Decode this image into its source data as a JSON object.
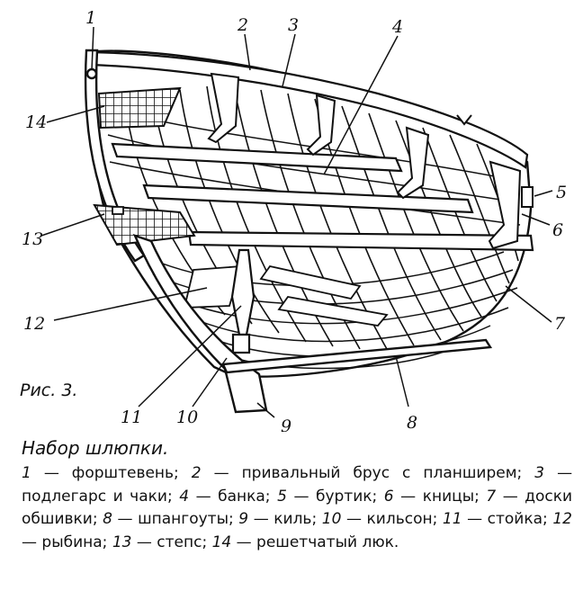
{
  "figure": {
    "caption": "Рис. 3.",
    "callouts": [
      "1",
      "2",
      "3",
      "4",
      "5",
      "6",
      "7",
      "8",
      "9",
      "10",
      "11",
      "12",
      "13",
      "14"
    ]
  },
  "legend": {
    "title": "Набор шлюпки.",
    "items": [
      {
        "num": "1",
        "text": "форштевень;"
      },
      {
        "num": "2",
        "text": "привальный брус с планширем;"
      },
      {
        "num": "3",
        "text": "подлегарс и чаки;"
      },
      {
        "num": "4",
        "text": "банка;"
      },
      {
        "num": "5",
        "text": "буртик;"
      },
      {
        "num": "6",
        "text": "кницы;"
      },
      {
        "num": "7",
        "text": "доски обшивки;"
      },
      {
        "num": "8",
        "text": "шпангоуты;"
      },
      {
        "num": "9",
        "text": "киль;"
      },
      {
        "num": "10",
        "text": "кильсон;"
      },
      {
        "num": "11",
        "text": "стойка;"
      },
      {
        "num": "12",
        "text": "рыбина;"
      },
      {
        "num": "13",
        "text": "степс;"
      },
      {
        "num": "14",
        "text": "решетчатый люк."
      }
    ],
    "dash": "—",
    "colors": {
      "ink": "#111111",
      "paper": "#ffffff"
    }
  }
}
